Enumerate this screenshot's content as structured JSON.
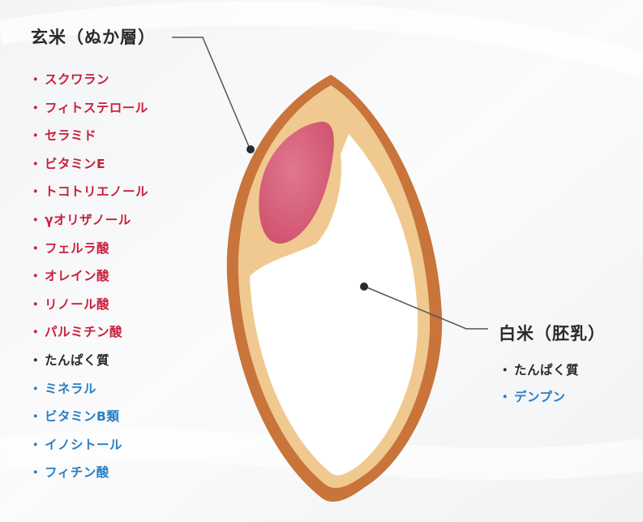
{
  "brown_rice": {
    "title": "玄米（ぬか層）",
    "items": [
      {
        "text": "スクワラン",
        "color": "#c8203c"
      },
      {
        "text": "フィトステロール",
        "color": "#c8203c"
      },
      {
        "text": "セラミド",
        "color": "#c8203c"
      },
      {
        "text": "ビタミンE",
        "color": "#c8203c"
      },
      {
        "text": "トコトリエノール",
        "color": "#c8203c"
      },
      {
        "text": "γオリザノール",
        "color": "#c8203c"
      },
      {
        "text": "フェルラ酸",
        "color": "#c8203c"
      },
      {
        "text": "オレイン酸",
        "color": "#c8203c"
      },
      {
        "text": "リノール酸",
        "color": "#c8203c"
      },
      {
        "text": "パルミチン酸",
        "color": "#c8203c"
      },
      {
        "text": "たんぱく質",
        "color": "#2b2b2b"
      },
      {
        "text": "ミネラル",
        "color": "#2a7ec3"
      },
      {
        "text": "ビタミンB類",
        "color": "#2a7ec3"
      },
      {
        "text": "イノシトール",
        "color": "#2a7ec3"
      },
      {
        "text": "フィチン酸",
        "color": "#2a7ec3"
      }
    ]
  },
  "white_rice": {
    "title": "白米（胚乳）",
    "items": [
      {
        "text": "たんぱく質",
        "color": "#2b2b2b"
      },
      {
        "text": "デンプン",
        "color": "#2a7ec3"
      }
    ]
  },
  "colors": {
    "bran_outer": "#c8743a",
    "bran_inner": "#efc98f",
    "germ": "#d9657e",
    "endosperm": "#ffffff",
    "leader_line": "#555555"
  }
}
